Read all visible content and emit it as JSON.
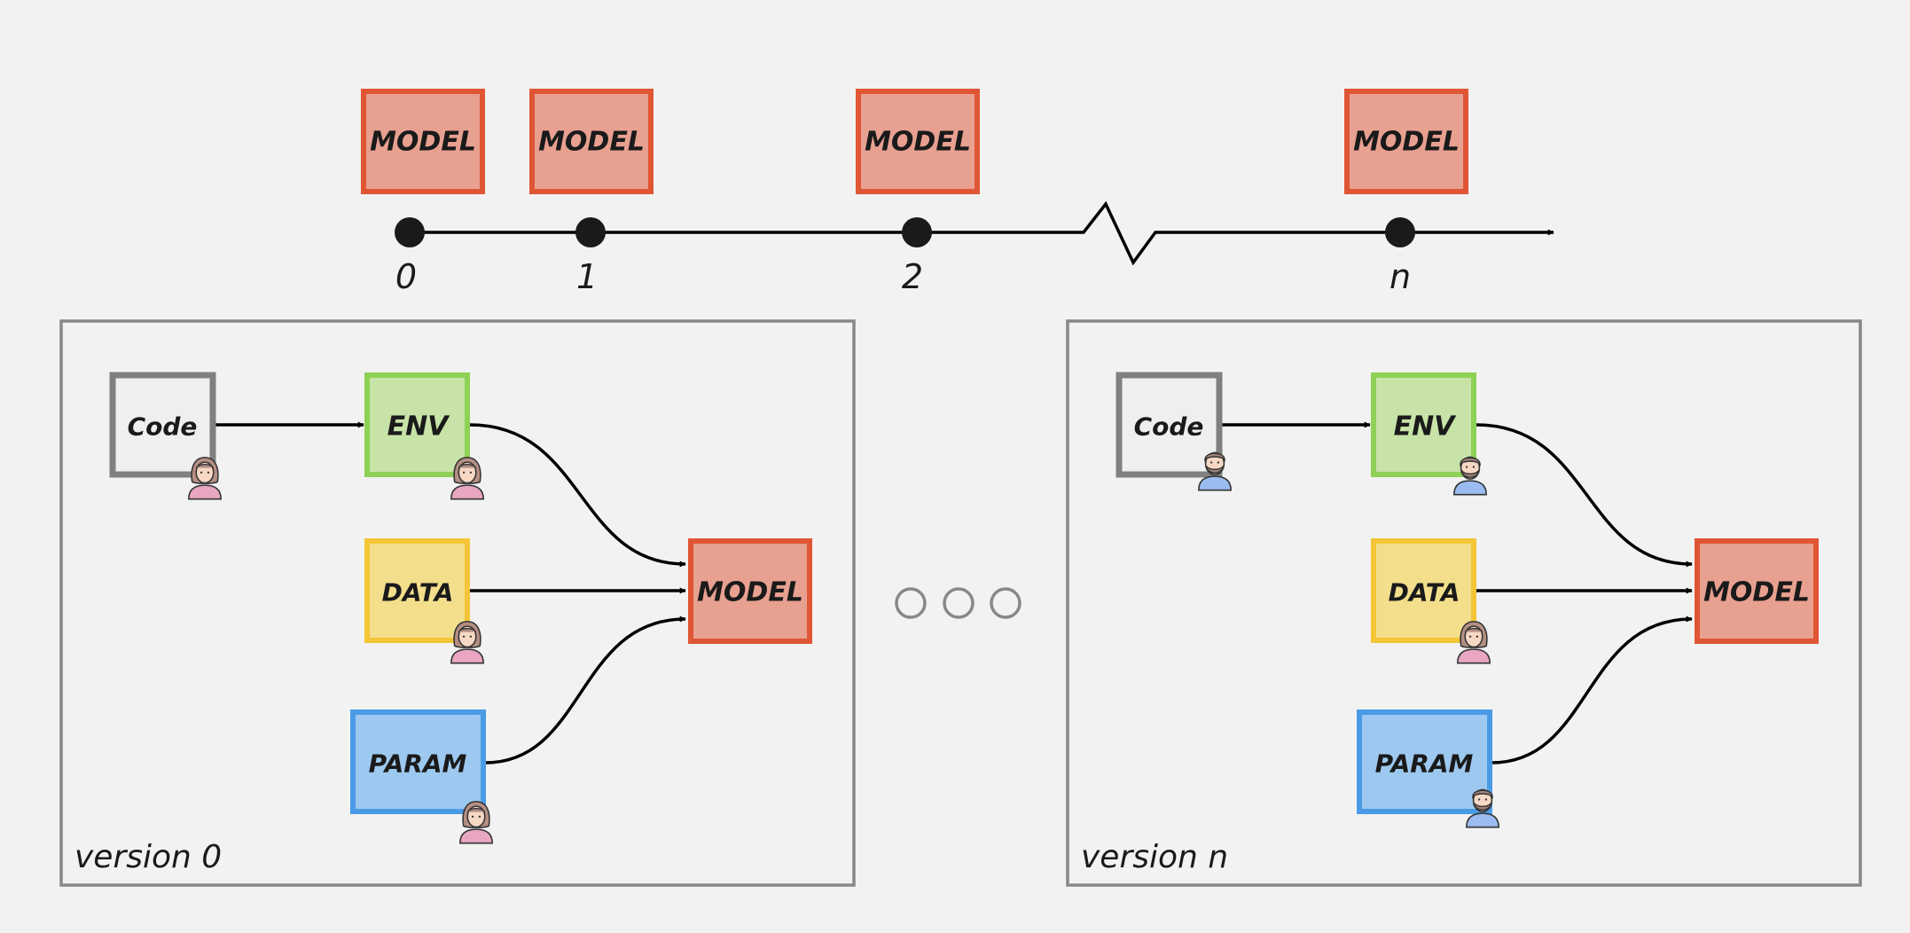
{
  "colors": {
    "background": "#f2f2f2",
    "model_fill": "#e8a090",
    "model_stroke": "#e05634",
    "code_fill": "#efefef",
    "code_stroke": "#808080",
    "env_fill": "#c8e3a8",
    "env_stroke": "#8fd155",
    "data_fill": "#f3de8c",
    "data_stroke": "#f4c537",
    "param_fill": "#9dc8ef",
    "param_stroke": "#4a9be6",
    "panel_stroke": "#888888",
    "female_avatar": "#e8a6c2",
    "male_avatar": "#9bbcf0"
  },
  "timeline": {
    "models": [
      {
        "label": "MODEL",
        "tick": "0"
      },
      {
        "label": "MODEL",
        "tick": "1"
      },
      {
        "label": "MODEL",
        "tick": "2"
      },
      {
        "label": "MODEL",
        "tick": "n"
      }
    ]
  },
  "ellipsis_icon": "three-circles-icon",
  "version_panels": [
    {
      "title": "version 0",
      "nodes": {
        "code": "Code",
        "env": "ENV",
        "data": "DATA",
        "param": "PARAM",
        "model": "MODEL"
      },
      "avatars": {
        "code": "female-user-icon",
        "env": "female-user-icon",
        "data": "female-user-icon",
        "param": "female-user-icon"
      }
    },
    {
      "title": "version n",
      "nodes": {
        "code": "Code",
        "env": "ENV",
        "data": "DATA",
        "param": "PARAM",
        "model": "MODEL"
      },
      "avatars": {
        "code": "male-user-icon",
        "env": "male-user-icon",
        "data": "female-user-icon",
        "param": "male-user-icon"
      }
    }
  ]
}
